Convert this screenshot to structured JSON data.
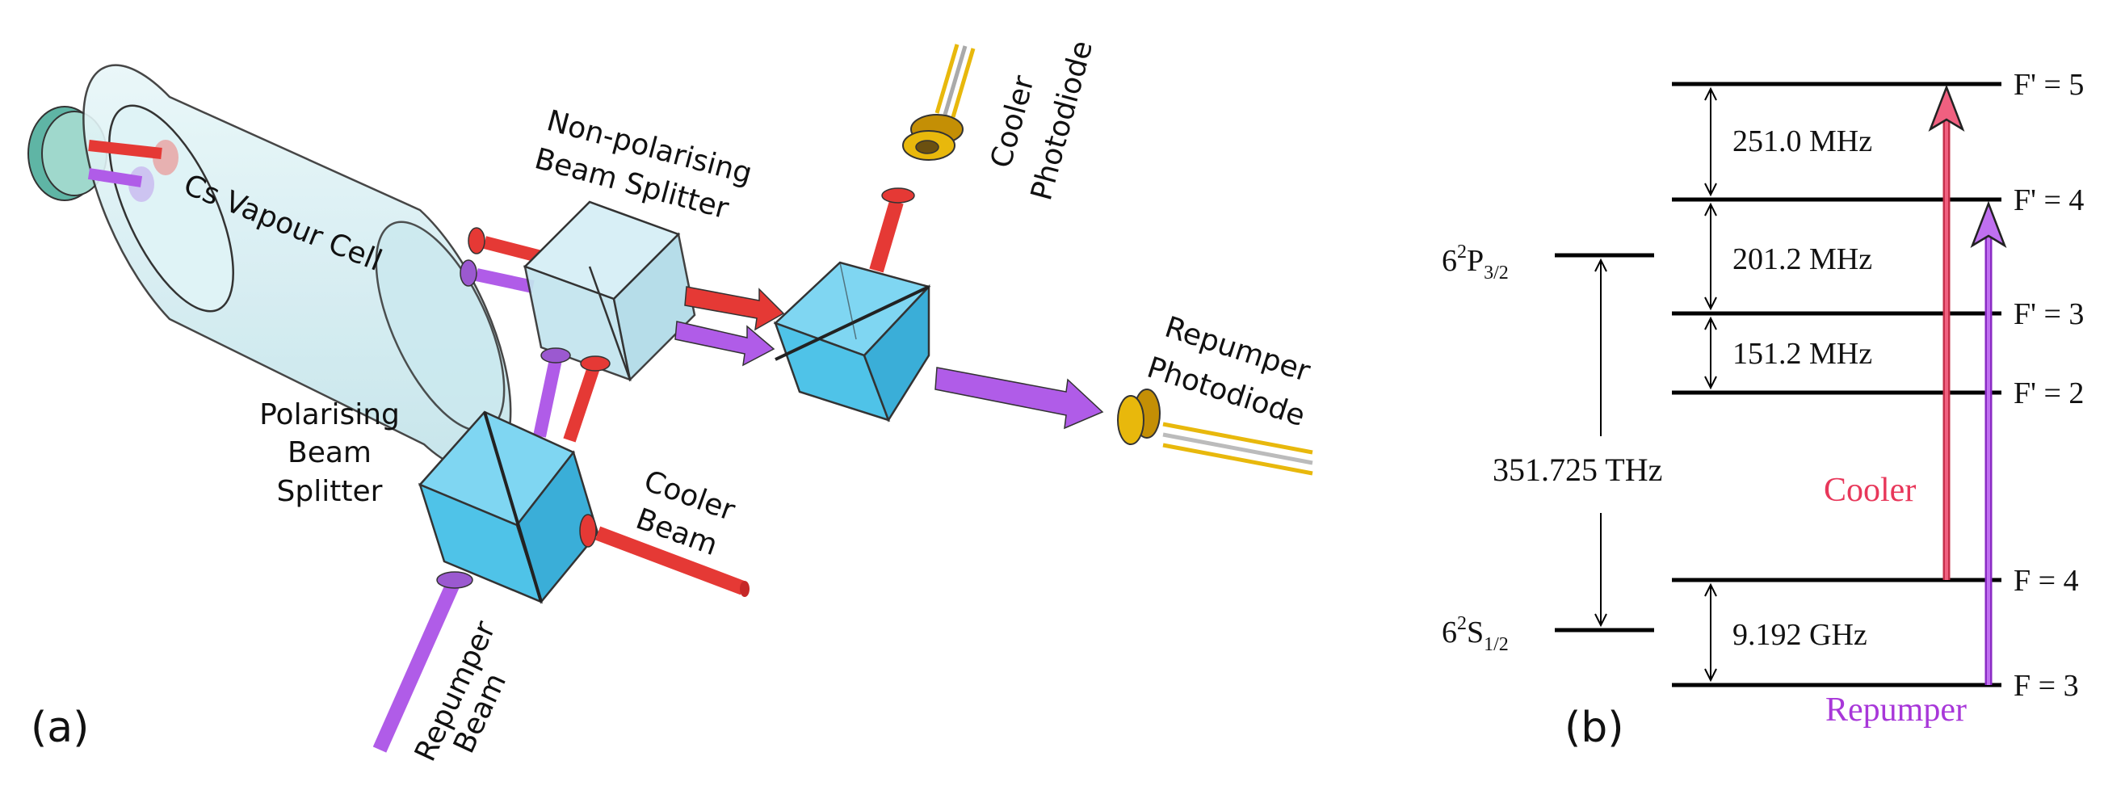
{
  "panel_a": {
    "label": "(a)",
    "vapour_cell": "Cs Vapour Cell",
    "np_splitter": [
      "Non-polarising",
      "Beam Splitter"
    ],
    "p_splitter": [
      "Polarising",
      "Beam",
      "Splitter"
    ],
    "cooler_beam": [
      "Cooler",
      "Beam"
    ],
    "repumper_beam": [
      "Repumper",
      "Beam"
    ],
    "cooler_pd": [
      "Cooler",
      "Photodiode"
    ],
    "repumper_pd": [
      "Repumper",
      "Photodiode"
    ]
  },
  "panel_b": {
    "label": "(b)",
    "state_upper": {
      "base": "6",
      "sup": "2",
      "letter": "P",
      "sub": "3/2"
    },
    "state_lower": {
      "base": "6",
      "sup": "2",
      "letter": "S",
      "sub": "1/2"
    },
    "levels": [
      "F' = 5",
      "F' = 4",
      "F' = 3",
      "F' = 2",
      "F = 4",
      "F = 3"
    ],
    "splittings": [
      "251.0 MHz",
      "201.2 MHz",
      "151.2 MHz",
      "9.192 GHz"
    ],
    "optical_freq": "351.725 THz",
    "cooler_label": "Cooler",
    "repumper_label": "Repumper"
  },
  "colors": {
    "cooler": "#e53935",
    "cooler_label": "#e8375a",
    "repumper": "#b05ce8",
    "repumper_label": "#a837d9",
    "cube": "#4fc3e8",
    "cell": "#d4eef3",
    "gold": "#e8b80c"
  }
}
